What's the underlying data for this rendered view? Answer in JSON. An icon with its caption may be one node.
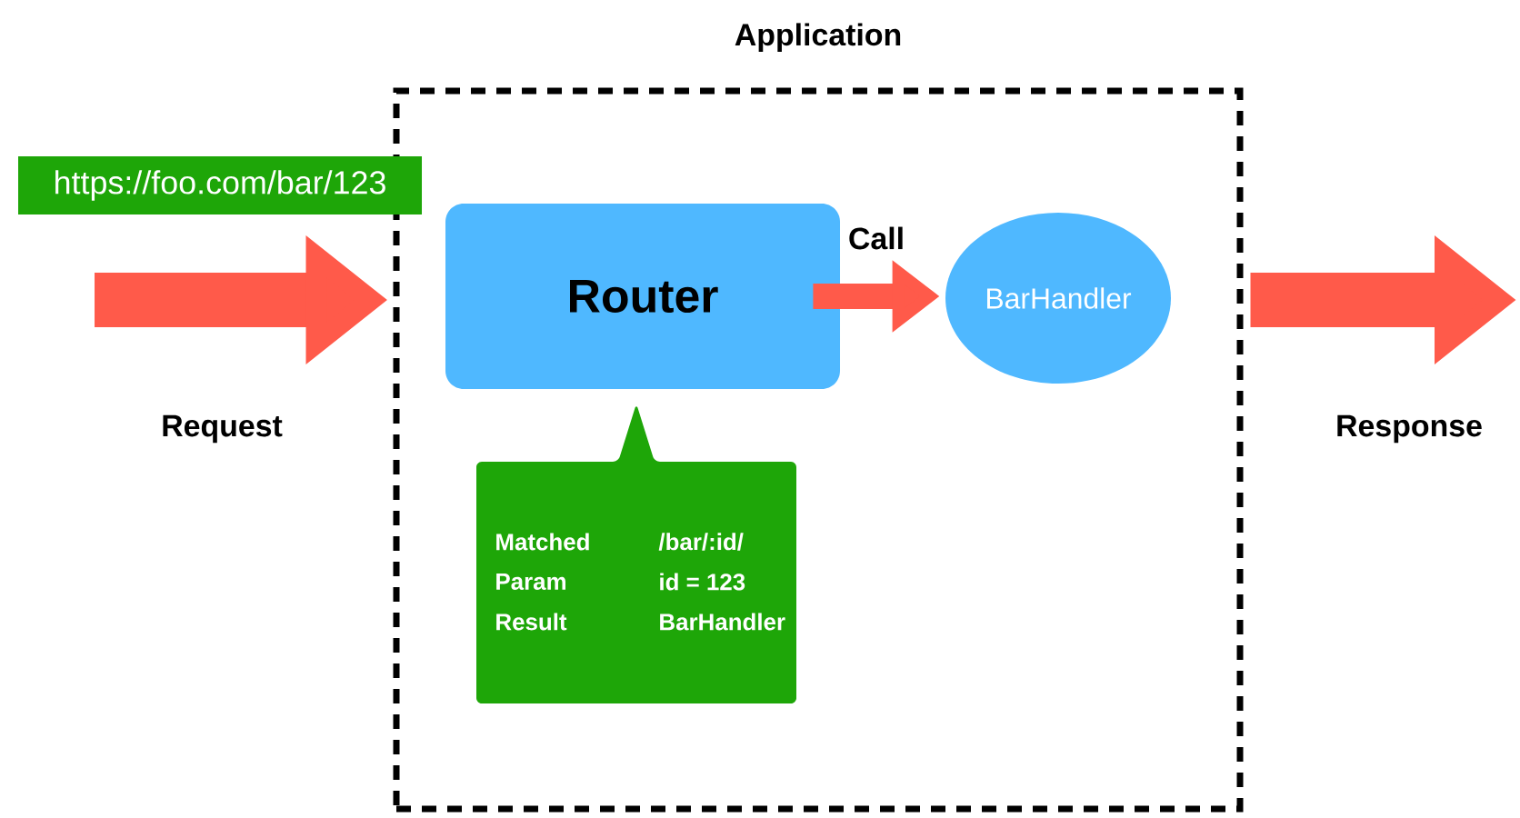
{
  "diagram": {
    "nodes": [
      {
        "text": [
          "Application"
        ]
      },
      {
        "text": [
          "Router"
        ],
        "in": 0
      },
      {
        "text": [
          "BarHandler"
        ],
        "in": 0
      },
      {
        "text": [
          "Matched",
          "/bar/:id/",
          "Param",
          "id = 123",
          "Result",
          "BarHandler"
        ],
        "in": 0
      },
      {
        "text": [
          "https://foo.com/bar/123"
        ]
      }
    ],
    "edges": [
      {
        "from": null,
        "to": 0,
        "arrow": "to",
        "label": "Request"
      },
      {
        "from": 1,
        "to": 2,
        "arrow": "to",
        "label": "Call"
      },
      {
        "from": 0,
        "to": null,
        "arrow": "to",
        "label": "Response"
      }
    ]
  }
}
